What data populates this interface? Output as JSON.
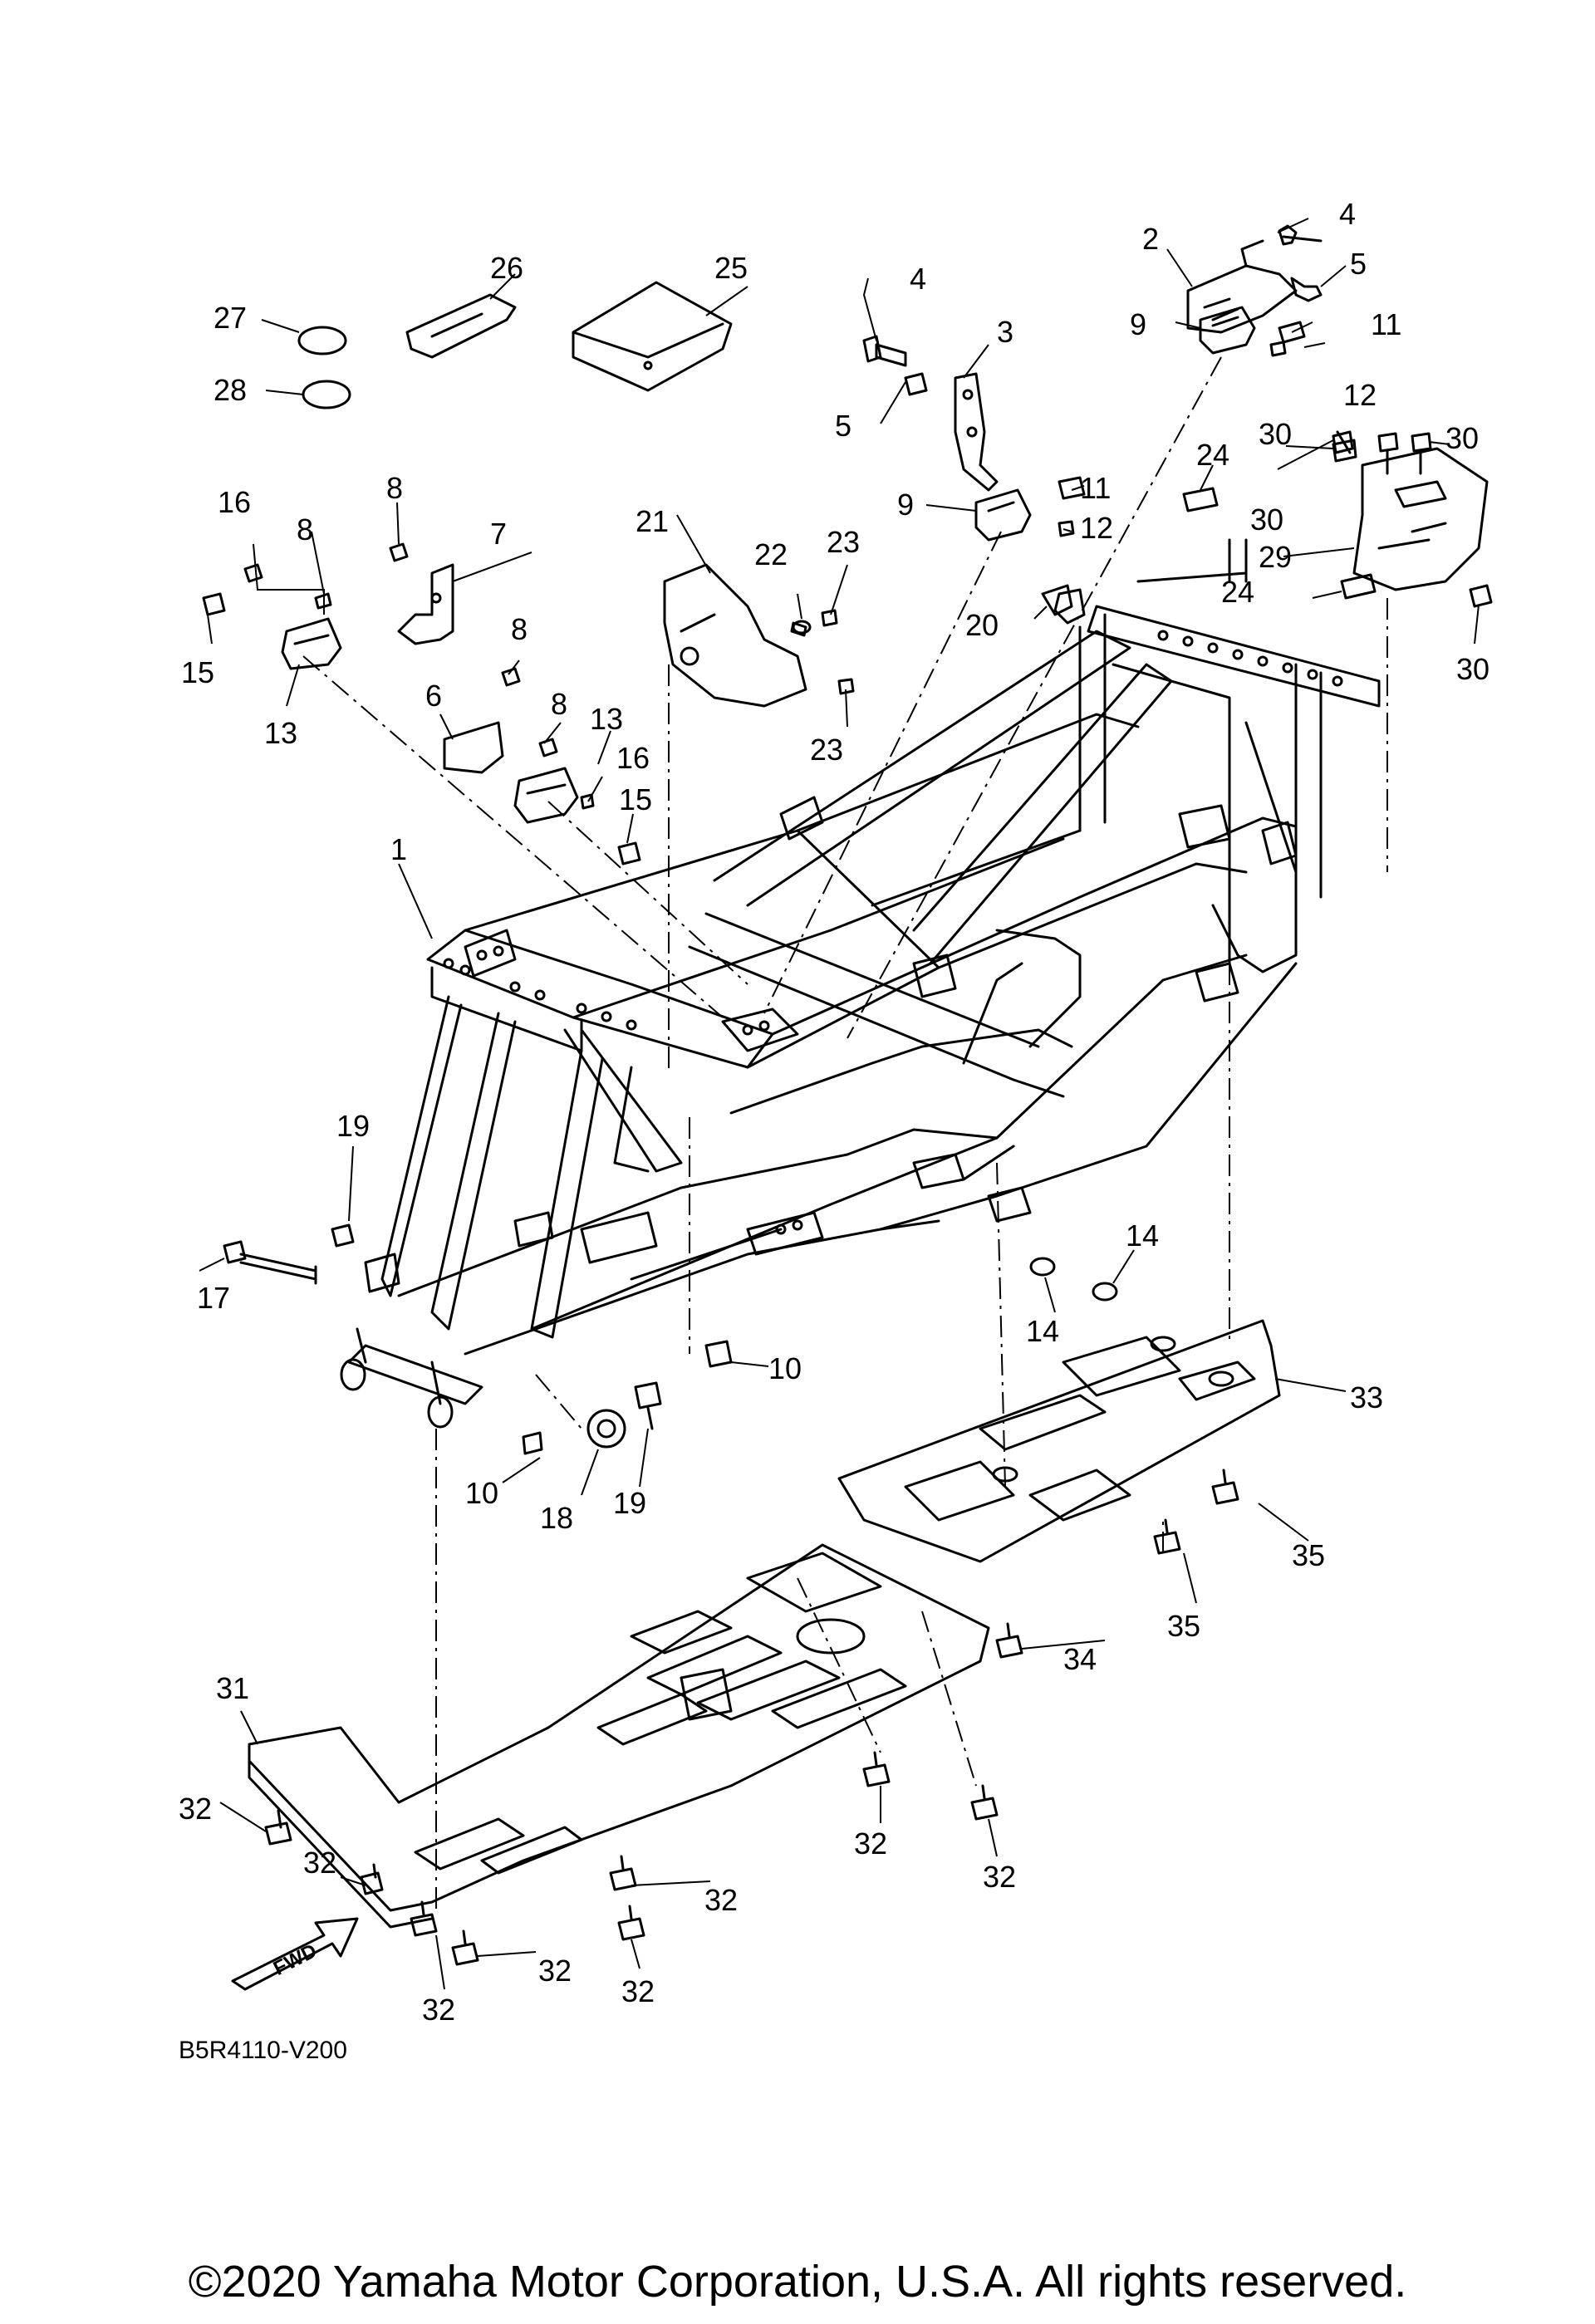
{
  "diagram_code": "B5R4110-V200",
  "copyright": "©2020 Yamaha Motor Corporation, U.S.A. All rights reserved.",
  "fwd_label": "FWD",
  "callouts": [
    {
      "id": "c1",
      "text": "1"
    },
    {
      "id": "c2",
      "text": "2"
    },
    {
      "id": "c3",
      "text": "3"
    },
    {
      "id": "c4a",
      "text": "4"
    },
    {
      "id": "c4b",
      "text": "4"
    },
    {
      "id": "c5a",
      "text": "5"
    },
    {
      "id": "c5b",
      "text": "5"
    },
    {
      "id": "c6",
      "text": "6"
    },
    {
      "id": "c7",
      "text": "7"
    },
    {
      "id": "c8a",
      "text": "8"
    },
    {
      "id": "c8b",
      "text": "8"
    },
    {
      "id": "c8c",
      "text": "8"
    },
    {
      "id": "c8d",
      "text": "8"
    },
    {
      "id": "c9a",
      "text": "9"
    },
    {
      "id": "c9b",
      "text": "9"
    },
    {
      "id": "c10a",
      "text": "10"
    },
    {
      "id": "c10b",
      "text": "10"
    },
    {
      "id": "c11a",
      "text": "11"
    },
    {
      "id": "c11b",
      "text": "11"
    },
    {
      "id": "c12a",
      "text": "12"
    },
    {
      "id": "c12b",
      "text": "12"
    },
    {
      "id": "c13a",
      "text": "13"
    },
    {
      "id": "c13b",
      "text": "13"
    },
    {
      "id": "c14a",
      "text": "14"
    },
    {
      "id": "c14b",
      "text": "14"
    },
    {
      "id": "c15a",
      "text": "15"
    },
    {
      "id": "c15b",
      "text": "15"
    },
    {
      "id": "c16a",
      "text": "16"
    },
    {
      "id": "c16b",
      "text": "16"
    },
    {
      "id": "c17",
      "text": "17"
    },
    {
      "id": "c18",
      "text": "18"
    },
    {
      "id": "c19a",
      "text": "19"
    },
    {
      "id": "c19b",
      "text": "19"
    },
    {
      "id": "c20",
      "text": "20"
    },
    {
      "id": "c21",
      "text": "21"
    },
    {
      "id": "c22",
      "text": "22"
    },
    {
      "id": "c23a",
      "text": "23"
    },
    {
      "id": "c23b",
      "text": "23"
    },
    {
      "id": "c24a",
      "text": "24"
    },
    {
      "id": "c24b",
      "text": "24"
    },
    {
      "id": "c25",
      "text": "25"
    },
    {
      "id": "c26",
      "text": "26"
    },
    {
      "id": "c27",
      "text": "27"
    },
    {
      "id": "c28",
      "text": "28"
    },
    {
      "id": "c29",
      "text": "29"
    },
    {
      "id": "c30a",
      "text": "30"
    },
    {
      "id": "c30b",
      "text": "30"
    },
    {
      "id": "c30c",
      "text": "30"
    },
    {
      "id": "c30d",
      "text": "30"
    },
    {
      "id": "c31",
      "text": "31"
    },
    {
      "id": "c32a",
      "text": "32"
    },
    {
      "id": "c32b",
      "text": "32"
    },
    {
      "id": "c32c",
      "text": "32"
    },
    {
      "id": "c32d",
      "text": "32"
    },
    {
      "id": "c32e",
      "text": "32"
    },
    {
      "id": "c32f",
      "text": "32"
    },
    {
      "id": "c32g",
      "text": "32"
    },
    {
      "id": "c32h",
      "text": "32"
    },
    {
      "id": "c33",
      "text": "33"
    },
    {
      "id": "c34",
      "text": "34"
    },
    {
      "id": "c35a",
      "text": "35"
    },
    {
      "id": "c35b",
      "text": "35"
    }
  ]
}
